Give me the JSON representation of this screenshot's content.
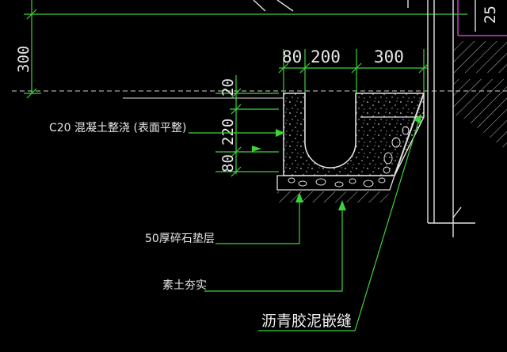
{
  "dimensions": {
    "top_80": "80",
    "top_200": "200",
    "top_300": "300",
    "left_300": "300",
    "side_20": "20",
    "side_220": "220",
    "side_80": "80",
    "corner_25": "25"
  },
  "labels": {
    "concrete": "C20 混凝土整浇 (表面平整)",
    "gravel": "50厚碎石垫层",
    "soil": "素土夯实",
    "asphalt": "沥青胶泥嵌缝"
  },
  "colors": {
    "background": "#000000",
    "dimension_lines": "#3cd23c",
    "outline": "#e0e0e0",
    "accent": "#d040d0",
    "text": "#e8e8e8"
  }
}
